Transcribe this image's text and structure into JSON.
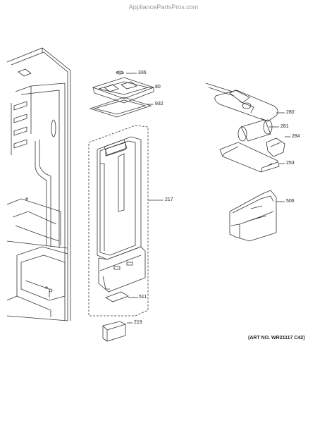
{
  "watermark": "AppliancePartsPros.com",
  "art_number": "(ART NO. WR21117 C42)",
  "callouts": {
    "p336": "336",
    "p80": "80",
    "p932": "932",
    "p280": "280",
    "p281": "281",
    "p284": "284",
    "p253": "253",
    "p217": "217",
    "p506": "506",
    "p511": "511",
    "p219": "219"
  }
}
